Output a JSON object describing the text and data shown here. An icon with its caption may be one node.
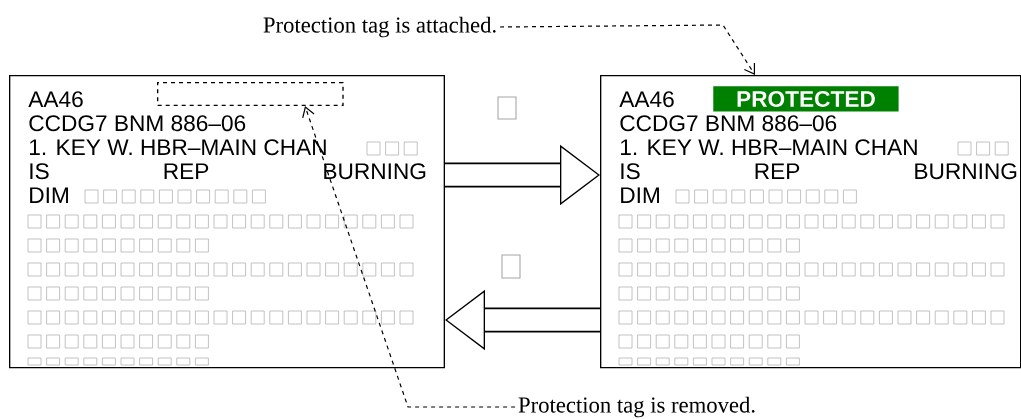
{
  "diagram": {
    "nodes": [
      {
        "text": [
          "AA46",
          "CCDG7 BNM 886–06",
          "1. KEY W. HBR–MAIN CHAN",
          "IS REP BURNING",
          "DIM"
        ]
      },
      {
        "text": [],
        "shape": "box",
        "in": 0
      },
      {
        "text": [
          "AA46",
          "CCDG7 BNM 886–06",
          "1. KEY W. HBR–MAIN CHAN",
          "IS REP BURNING",
          "DIM"
        ]
      },
      {
        "text": [
          "PROTECTED"
        ],
        "in": 2
      },
      {
        "text": [
          "Protection tag is attached."
        ]
      },
      {
        "text": [
          "Protection tag is removed."
        ]
      }
    ],
    "edges": [
      {
        "from": 0,
        "to": 2,
        "arrow": "to",
        "style": "thick"
      },
      {
        "from": 2,
        "to": 0,
        "arrow": "to",
        "style": "thick"
      },
      {
        "from": 4,
        "to": 2,
        "arrow": "to",
        "style": "dashed"
      },
      {
        "from": 5,
        "to": 1,
        "arrow": "to",
        "style": "dashed"
      }
    ]
  }
}
